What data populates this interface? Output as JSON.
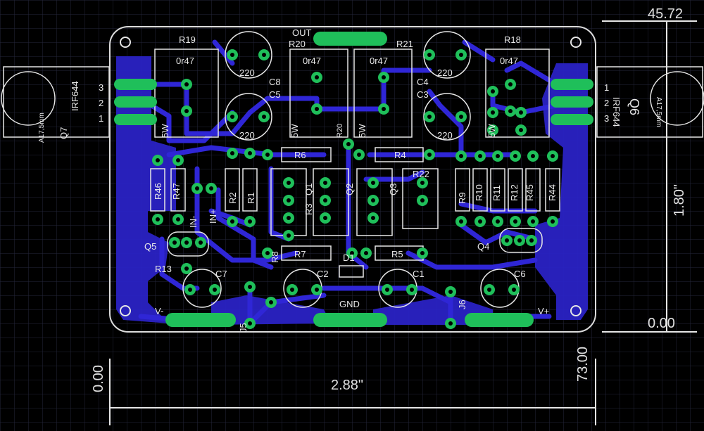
{
  "board": {
    "colors": {
      "background": "#000000",
      "grid": "#1e2030",
      "copper": "#2a24c8",
      "copper_dark": "#2a1f9e",
      "pad": "#1fbf5a",
      "silk": "#e6e6e6",
      "outline": "#dcdcdc"
    },
    "components": {
      "r19": "R19",
      "r20": "R20",
      "r21": "R21",
      "r18": "R18",
      "r19_value": "0r47",
      "r20_value": "0r47",
      "r21_value": "0r47",
      "r18_value": "0r47",
      "c8": "C8",
      "c5": "C5",
      "c4": "C4",
      "c3": "C3",
      "cap_220_a": "220",
      "cap_220_b": "220",
      "cap_220_c": "220",
      "cap_220_d": "220",
      "out": "OUT",
      "q7": "Q7",
      "q7_part": "IRF644",
      "q7_heatsink": "A17,5mm",
      "q6": "Q6",
      "q6_part": "IRF644",
      "q6_heatsink": "A17,5mm",
      "q7_pins": [
        "3",
        "2",
        "1"
      ],
      "q6_pins": [
        "3",
        "2",
        "1"
      ],
      "r6": "R6",
      "r4": "R4",
      "r22": "R22",
      "q1": "Q1",
      "q2": "Q2",
      "q3": "Q3",
      "r46": "R46",
      "r47": "R47",
      "r2": "R2",
      "r1": "R1",
      "r9": "R9",
      "r10": "R10",
      "r11": "R11",
      "r12": "R12",
      "r45": "R45",
      "r44": "R44",
      "in_minus": "IN-",
      "in_plus": "IN+",
      "q5": "Q5",
      "q4": "Q4",
      "r13": "R13",
      "r7": "R7",
      "r5": "R5",
      "r8": "R8",
      "r3": "R3",
      "d1": "D1",
      "c7": "C7",
      "c2": "C2",
      "c1": "C1",
      "c6": "C6",
      "j5": "J5",
      "j6": "J6",
      "gnd": "GND",
      "v_minus": "V-",
      "v_plus": "V+",
      "power_5w_a": "5W",
      "power_5w_b": "5W",
      "power_5w_c": "5W",
      "power_5w_d": "5W",
      "r20_side": "R20",
      "pad_1": "1",
      "pad_2": "2",
      "pad_3": "3"
    }
  },
  "dimensions": {
    "height_top": "45.72",
    "height_inches": "1.80\"",
    "height_zero": "0.00",
    "width_inches": "2.88\"",
    "width_zero": "0.00",
    "width_mm": "73.00"
  }
}
